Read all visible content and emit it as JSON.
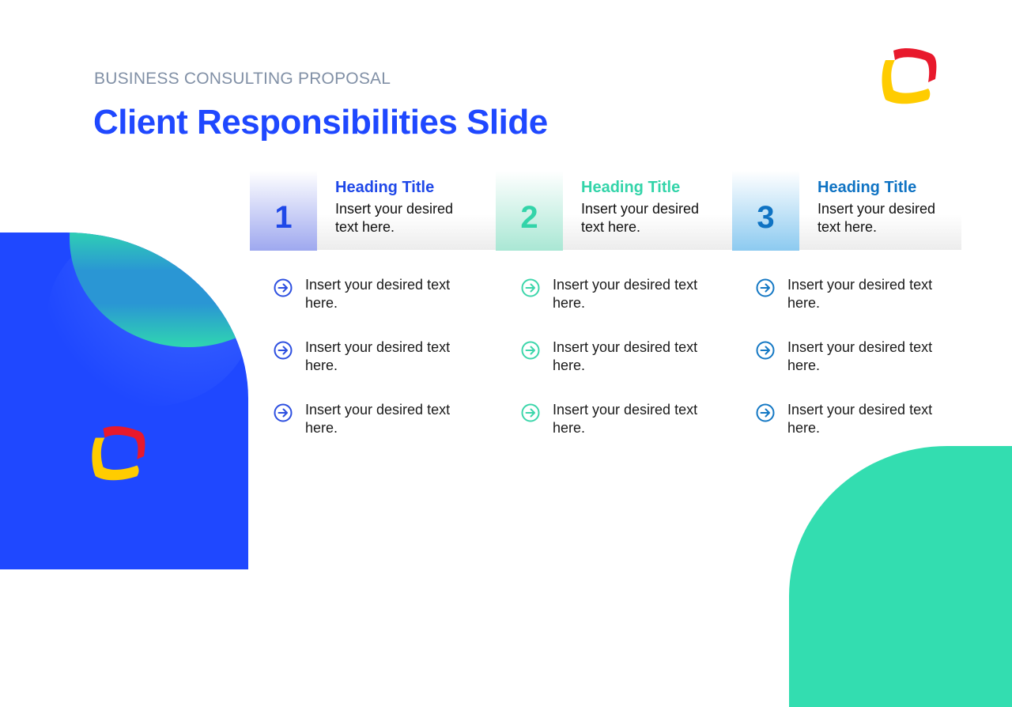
{
  "slide": {
    "subtitle": "BUSINESS CONSULTING PROPOSAL",
    "title": "Client Responsibilities Slide"
  },
  "colors": {
    "primary_blue": "#1f48ff",
    "teal": "#33ddb0",
    "column3_blue": "#0f73c3",
    "logo_red": "#e8192c",
    "logo_yellow": "#ffcc00"
  },
  "columns": [
    {
      "number": "1",
      "heading": "Heading Title",
      "description": "Insert your desired text here.",
      "color": "#1f48e8",
      "bullets": [
        "Insert your desired text here.",
        "Insert your desired text here.",
        "Insert your desired text here."
      ]
    },
    {
      "number": "2",
      "heading": "Heading Title",
      "description": "Insert your desired text here.",
      "color": "#33d4a9",
      "bullets": [
        "Insert your desired text here.",
        "Insert your desired text here.",
        "Insert your desired text here."
      ]
    },
    {
      "number": "3",
      "heading": "Heading Title",
      "description": "Insert your desired text here.",
      "color": "#0f73c3",
      "bullets": [
        "Insert your desired text here.",
        "Insert your desired text here.",
        "Insert your desired text here."
      ]
    }
  ],
  "icons": {
    "logo": "logo-icon",
    "bullet": "arrow-circle-right-icon"
  }
}
